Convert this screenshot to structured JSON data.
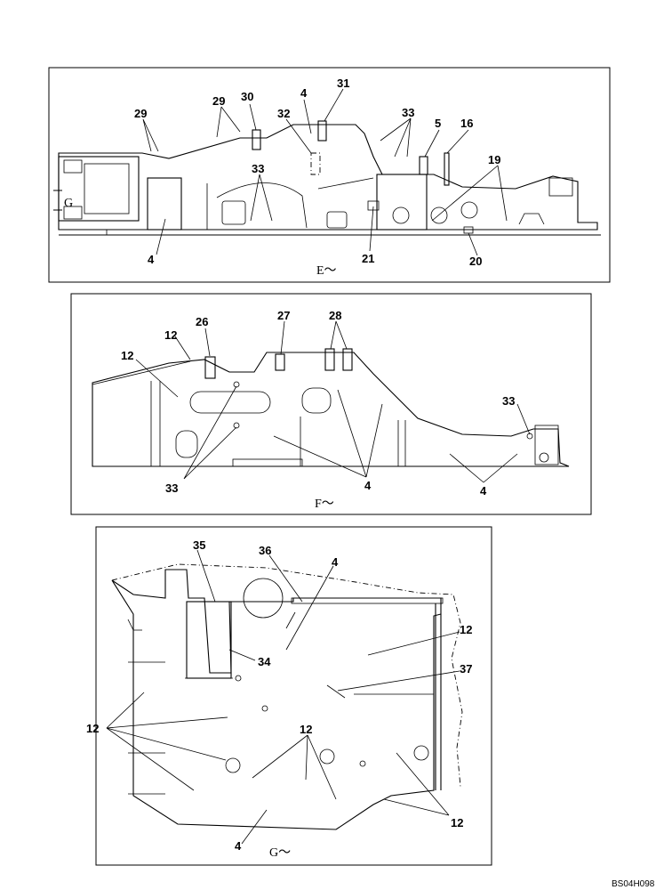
{
  "panels": [
    {
      "view_label": "E～",
      "callouts": [
        "29",
        "29",
        "30",
        "4",
        "31",
        "32",
        "33",
        "5",
        "16",
        "19",
        "33",
        "4",
        "21",
        "20"
      ],
      "side_mark": "G"
    },
    {
      "view_label": "F～",
      "callouts": [
        "26",
        "27",
        "28",
        "12",
        "12",
        "33",
        "33",
        "4",
        "4"
      ]
    },
    {
      "view_label": "G～",
      "callouts": [
        "35",
        "36",
        "4",
        "12",
        "34",
        "37",
        "12",
        "12",
        "12",
        "4"
      ]
    }
  ],
  "drawing_code": "BS04H098"
}
